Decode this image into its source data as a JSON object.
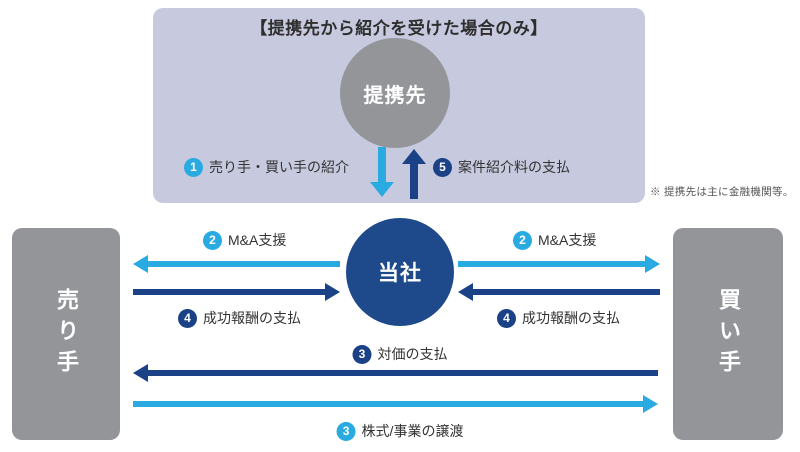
{
  "colors": {
    "light_blue": "#29ABE2",
    "dark_blue": "#1B4287",
    "navy": "#1E4A8B",
    "lavender": "#C7CADE",
    "gray": "#939599",
    "text": "#333333",
    "note": "#555555"
  },
  "partner_section": {
    "title": "【提携先から紹介を受けた場合のみ】",
    "partner": "提携先",
    "intro_flow": {
      "num": "1",
      "label": "売り手・買い手の紹介"
    },
    "referral_fee_flow": {
      "num": "5",
      "label": "案件紹介料の支払"
    }
  },
  "note": "※ 提携先は主に金融機関等。",
  "entities": {
    "seller": "売り手",
    "company": "当社",
    "buyer": "買い手"
  },
  "flows": {
    "ma_support_left": {
      "num": "2",
      "label": "M&A支援"
    },
    "ma_support_right": {
      "num": "2",
      "label": "M&A支援"
    },
    "success_fee_left": {
      "num": "4",
      "label": "成功報酬の支払"
    },
    "success_fee_right": {
      "num": "4",
      "label": "成功報酬の支払"
    },
    "consideration": {
      "num": "3",
      "label": "対価の支払"
    },
    "share_transfer": {
      "num": "3",
      "label": "株式/事業の譲渡"
    }
  }
}
